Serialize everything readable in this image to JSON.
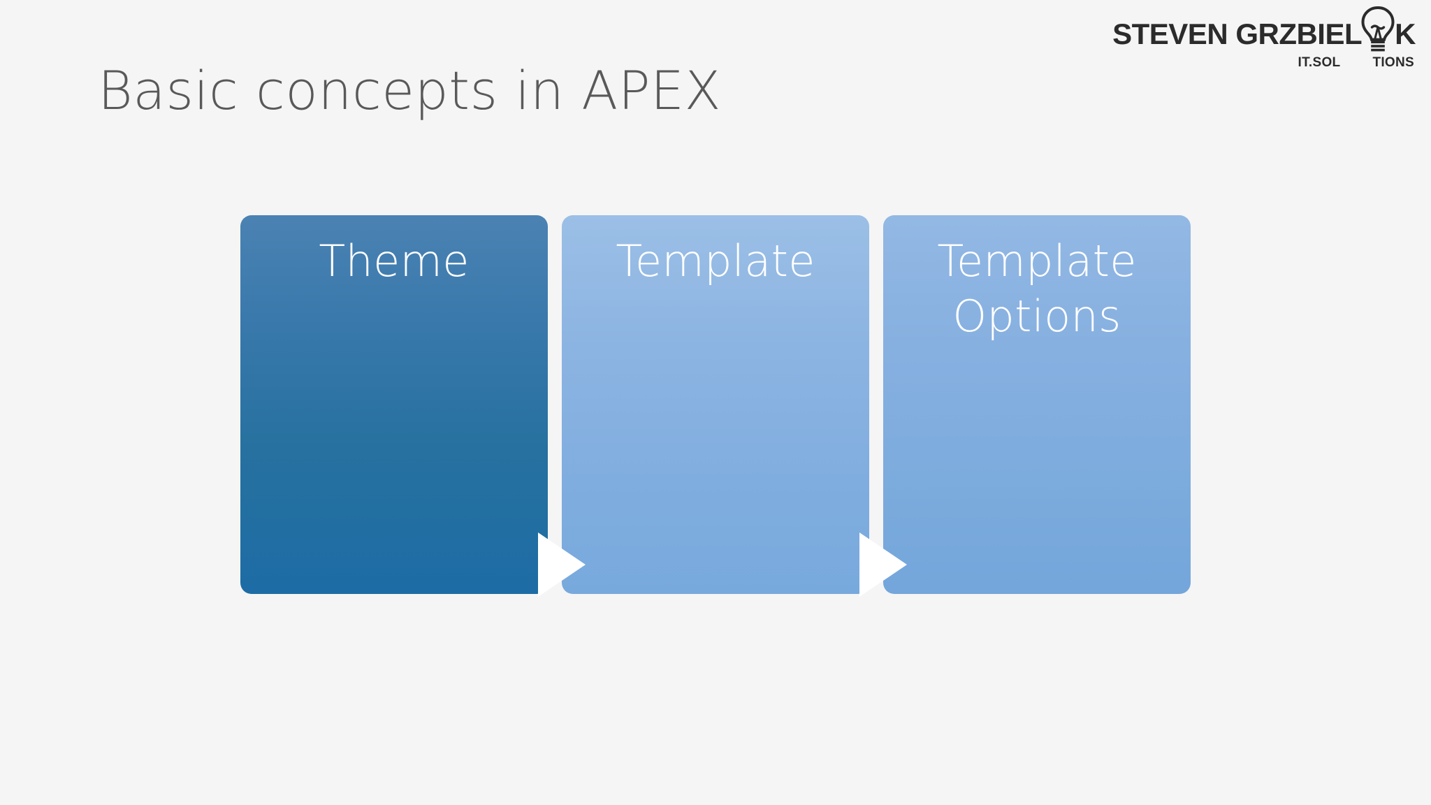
{
  "slide": {
    "background_color": "#f5f5f5",
    "title": "Basic concepts in APEX",
    "title_color": "#595959"
  },
  "logo": {
    "name": "steven-grzbielok-it-solutions-logo",
    "wordmark_left": "STEVEN GRZBIEL",
    "wordmark_right": "K",
    "bulb_icon": "lightbulb-icon",
    "tagline_left": "IT.SOL",
    "tagline_right": "TIONS",
    "full_wordmark": "STEVEN GRZBIELOK",
    "full_tagline": "IT.SOLUTIONS",
    "color": "#2b2b2b"
  },
  "process": {
    "boxes": [
      {
        "label": "Theme",
        "color_top": "#4b82b3",
        "color_bottom": "#1d6ca5",
        "text_color": "#ffffff"
      },
      {
        "label": "Template",
        "color_top": "#9bbfe6",
        "color_bottom": "#78a9dd",
        "text_color": "#ffffff"
      },
      {
        "label": "Template\nOptions",
        "color_top": "#93b8e4",
        "color_bottom": "#74a6db",
        "text_color": "#ffffff"
      }
    ],
    "arrows": [
      {
        "icon": "arrow-right-icon",
        "color": "#ffffff"
      },
      {
        "icon": "arrow-right-icon",
        "color": "#ffffff"
      }
    ]
  }
}
